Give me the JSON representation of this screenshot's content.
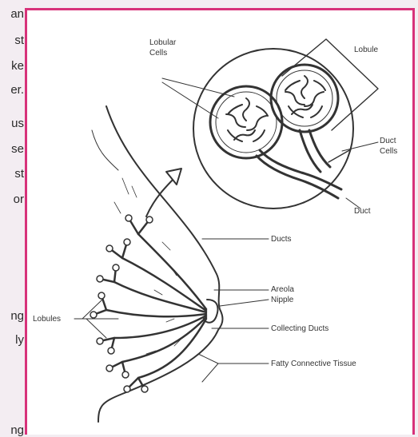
{
  "left_text_fragments": [
    "an",
    "st",
    "ke",
    "er.",
    "us",
    "se",
    "st",
    "or",
    "ng",
    "ly",
    "ng"
  ],
  "diagram": {
    "labels": {
      "lobular_cells_line1": "Lobular",
      "lobular_cells_line2": "Cells",
      "lobule": "Lobule",
      "duct_cells_line1": "Duct",
      "duct_cells_line2": "Cells",
      "duct": "Duct",
      "ducts": "Ducts",
      "areola": "Areola",
      "nipple": "Nipple",
      "collecting_ducts": "Collecting Ducts",
      "fatty_connective_tissue": "Fatty Connective Tissue",
      "lobules": "Lobules"
    },
    "colors": {
      "frame": "#d7327a",
      "ink": "#333333",
      "page_bg": "#f3edf2"
    }
  }
}
